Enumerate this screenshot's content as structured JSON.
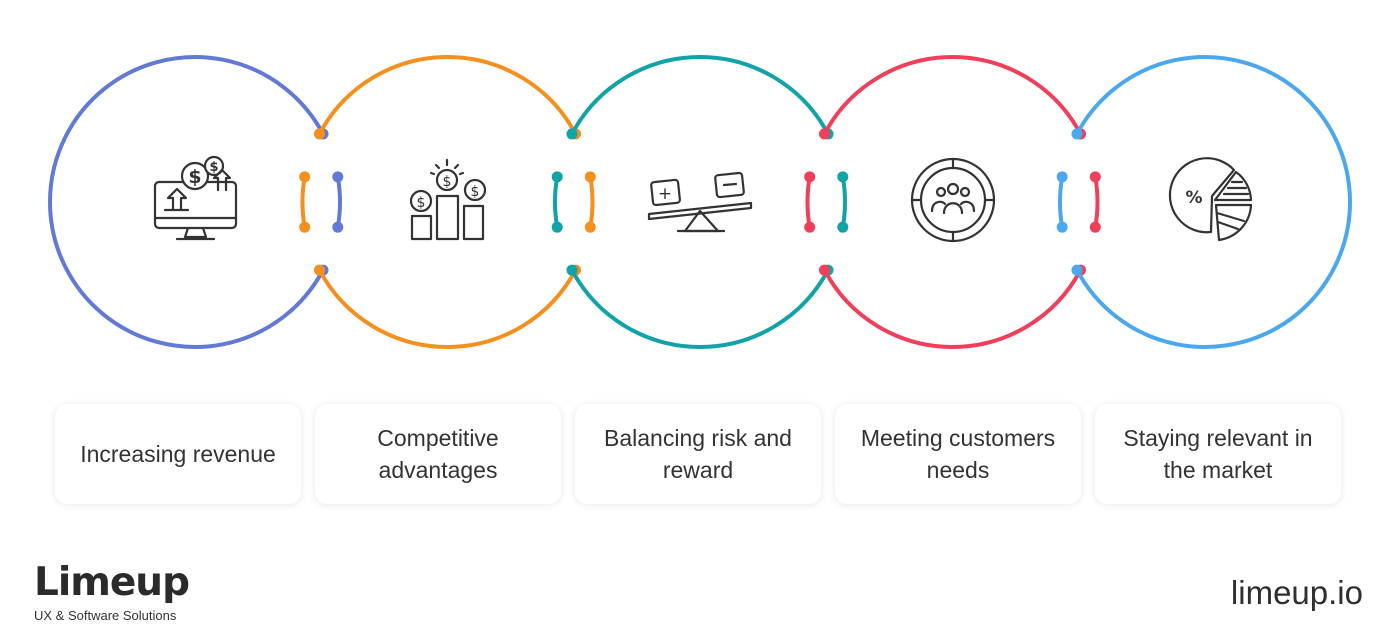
{
  "steps": [
    {
      "label": "Increasing revenue",
      "color": "#6279d6",
      "icon": "revenue-monitor-icon"
    },
    {
      "label": "Competitive advantages",
      "color": "#f5901e",
      "icon": "coin-bars-icon"
    },
    {
      "label": "Balancing risk and reward",
      "color": "#12a3a8",
      "icon": "seesaw-balance-icon"
    },
    {
      "label": "Meeting customers needs",
      "color": "#f03f5b",
      "icon": "customer-target-icon"
    },
    {
      "label": "Staying relevant in the market",
      "color": "#4ba8ef",
      "icon": "pie-chart-icon"
    }
  ],
  "brand": {
    "name": "Limeup",
    "tagline": "UX & Software Solutions",
    "website": "limeup.io"
  }
}
